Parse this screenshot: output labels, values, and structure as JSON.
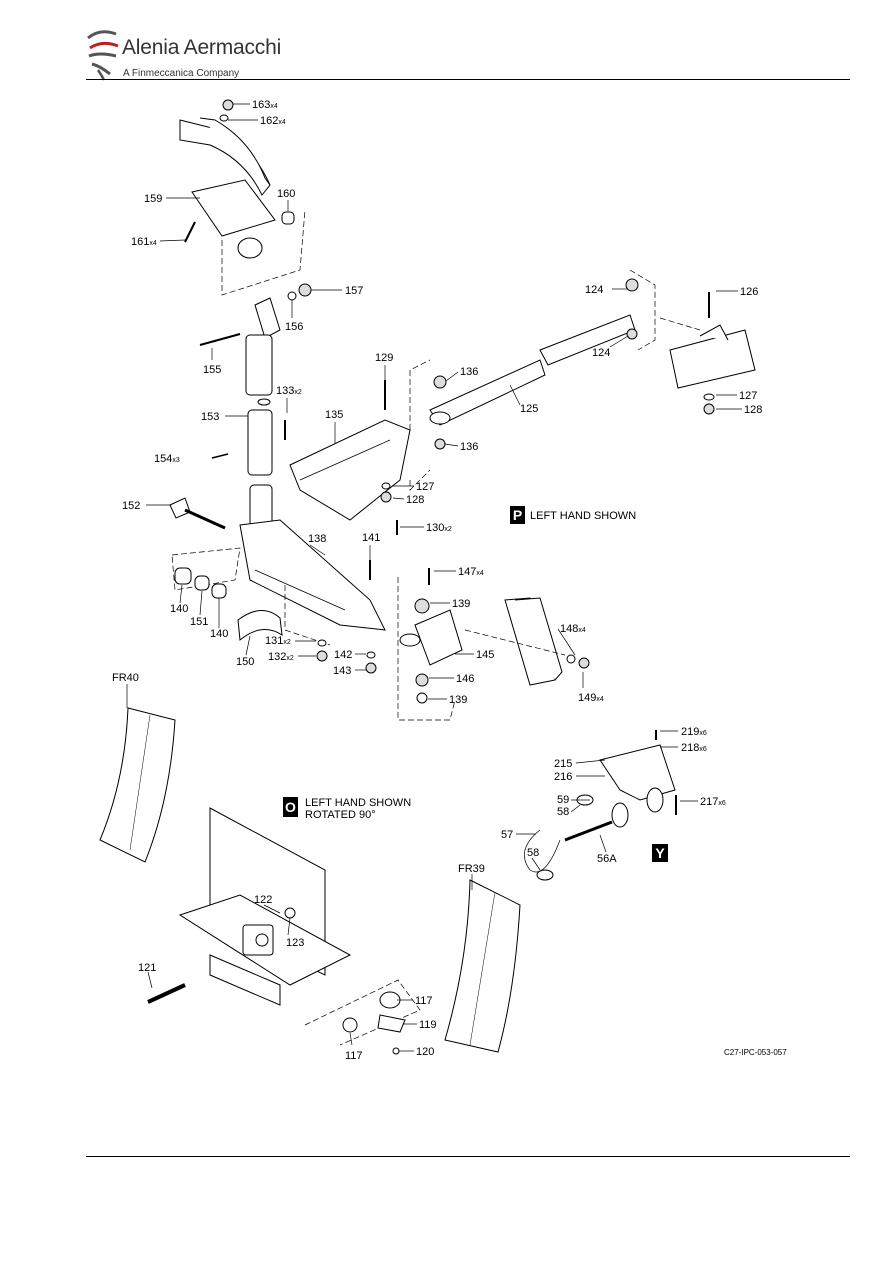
{
  "header": {
    "company_name": "Alenia Aermacchi",
    "company_subtitle": "A Finmeccanica Company"
  },
  "views": {
    "P": {
      "letter": "P",
      "note": "LEFT HAND SHOWN"
    },
    "O": {
      "letter": "O",
      "note_line1": "LEFT HAND SHOWN",
      "note_line2": "ROTATED 90°"
    },
    "Y": {
      "letter": "Y"
    }
  },
  "frames": {
    "fr40": "FR40",
    "fr39": "FR39"
  },
  "figure_reference": "C27-IPC-053-057",
  "callouts": [
    {
      "id": "163",
      "qty": "x4"
    },
    {
      "id": "162",
      "qty": "x4"
    },
    {
      "id": "159",
      "qty": ""
    },
    {
      "id": "160",
      "qty": ""
    },
    {
      "id": "161",
      "qty": "x4"
    },
    {
      "id": "157",
      "qty": ""
    },
    {
      "id": "156",
      "qty": ""
    },
    {
      "id": "155",
      "qty": ""
    },
    {
      "id": "133",
      "qty": "x2"
    },
    {
      "id": "153",
      "qty": ""
    },
    {
      "id": "154",
      "qty": "x3"
    },
    {
      "id": "152",
      "qty": ""
    },
    {
      "id": "129",
      "qty": ""
    },
    {
      "id": "135",
      "qty": ""
    },
    {
      "id": "136",
      "qty": ""
    },
    {
      "id": "136",
      "qty": ""
    },
    {
      "id": "125",
      "qty": ""
    },
    {
      "id": "124",
      "qty": ""
    },
    {
      "id": "124",
      "qty": ""
    },
    {
      "id": "126",
      "qty": ""
    },
    {
      "id": "127",
      "qty": ""
    },
    {
      "id": "128",
      "qty": ""
    },
    {
      "id": "127",
      "qty": ""
    },
    {
      "id": "128",
      "qty": ""
    },
    {
      "id": "130",
      "qty": "x2"
    },
    {
      "id": "141",
      "qty": ""
    },
    {
      "id": "138",
      "qty": ""
    },
    {
      "id": "147",
      "qty": "x4"
    },
    {
      "id": "139",
      "qty": ""
    },
    {
      "id": "148",
      "qty": "x4"
    },
    {
      "id": "145",
      "qty": ""
    },
    {
      "id": "146",
      "qty": ""
    },
    {
      "id": "139",
      "qty": ""
    },
    {
      "id": "149",
      "qty": "x4"
    },
    {
      "id": "140",
      "qty": ""
    },
    {
      "id": "151",
      "qty": ""
    },
    {
      "id": "140",
      "qty": ""
    },
    {
      "id": "150",
      "qty": ""
    },
    {
      "id": "131",
      "qty": "x2"
    },
    {
      "id": "132",
      "qty": "x2"
    },
    {
      "id": "142",
      "qty": ""
    },
    {
      "id": "143",
      "qty": ""
    },
    {
      "id": "219",
      "qty": "x6"
    },
    {
      "id": "218",
      "qty": "x6"
    },
    {
      "id": "215",
      "qty": ""
    },
    {
      "id": "216",
      "qty": ""
    },
    {
      "id": "59",
      "qty": ""
    },
    {
      "id": "58",
      "qty": ""
    },
    {
      "id": "217",
      "qty": "x6"
    },
    {
      "id": "57",
      "qty": ""
    },
    {
      "id": "58",
      "qty": ""
    },
    {
      "id": "56A",
      "qty": ""
    },
    {
      "id": "122",
      "qty": ""
    },
    {
      "id": "123",
      "qty": ""
    },
    {
      "id": "121",
      "qty": ""
    },
    {
      "id": "117",
      "qty": ""
    },
    {
      "id": "119",
      "qty": ""
    },
    {
      "id": "117",
      "qty": ""
    },
    {
      "id": "120",
      "qty": ""
    }
  ]
}
